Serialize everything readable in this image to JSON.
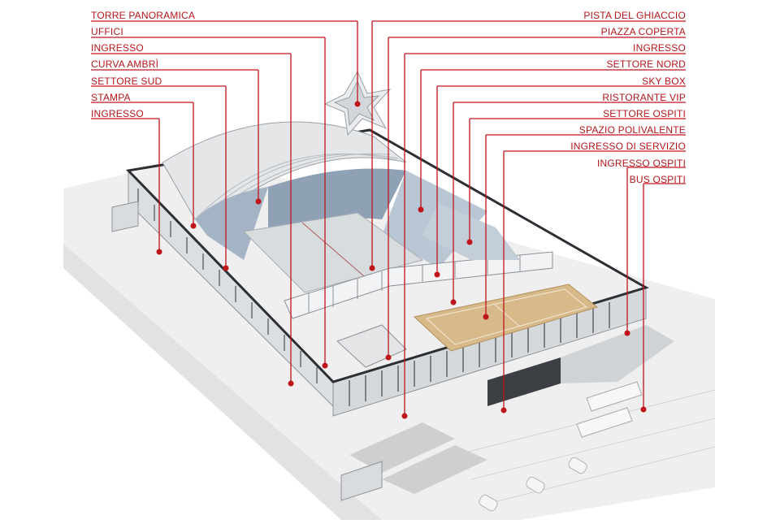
{
  "colors": {
    "accent": "#c0141c",
    "roof": "#e6e8ea",
    "ground": "#eeeeee",
    "ice": "#d9dde0",
    "court": "#d8b98a",
    "seats": "#a9b7c7"
  },
  "labels_left": [
    {
      "id": "torre-panoramica",
      "text": "TORRE PANORAMICA"
    },
    {
      "id": "uffici",
      "text": "UFFICI"
    },
    {
      "id": "ingresso-1",
      "text": "INGRESSO"
    },
    {
      "id": "curva-ambri",
      "text": "CURVA AMBRÌ"
    },
    {
      "id": "settore-sud",
      "text": "SETTORE SUD"
    },
    {
      "id": "stampa",
      "text": "STAMPA"
    },
    {
      "id": "ingresso-2",
      "text": "INGRESSO"
    }
  ],
  "labels_right": [
    {
      "id": "pista-del-ghiaccio",
      "text": "PISTA DEL GHIACCIO"
    },
    {
      "id": "piazza-coperta",
      "text": "PIAZZA COPERTA"
    },
    {
      "id": "ingresso-3",
      "text": "INGRESSO"
    },
    {
      "id": "settore-nord",
      "text": "SETTORE NORD"
    },
    {
      "id": "sky-box",
      "text": "SKY BOX"
    },
    {
      "id": "ristorante-vip",
      "text": "RISTORANTE VIP"
    },
    {
      "id": "settore-ospiti",
      "text": "SETTORE OSPITI"
    },
    {
      "id": "spazio-polivalente",
      "text": "SPAZIO POLIVALENTE"
    },
    {
      "id": "ingresso-di-servizio",
      "text": "INGRESSO DI SERVIZIO"
    },
    {
      "id": "ingresso-ospiti",
      "text": "INGRESSO OSPITI"
    },
    {
      "id": "bus-ospiti",
      "text": "BUS OSPITI"
    }
  ]
}
